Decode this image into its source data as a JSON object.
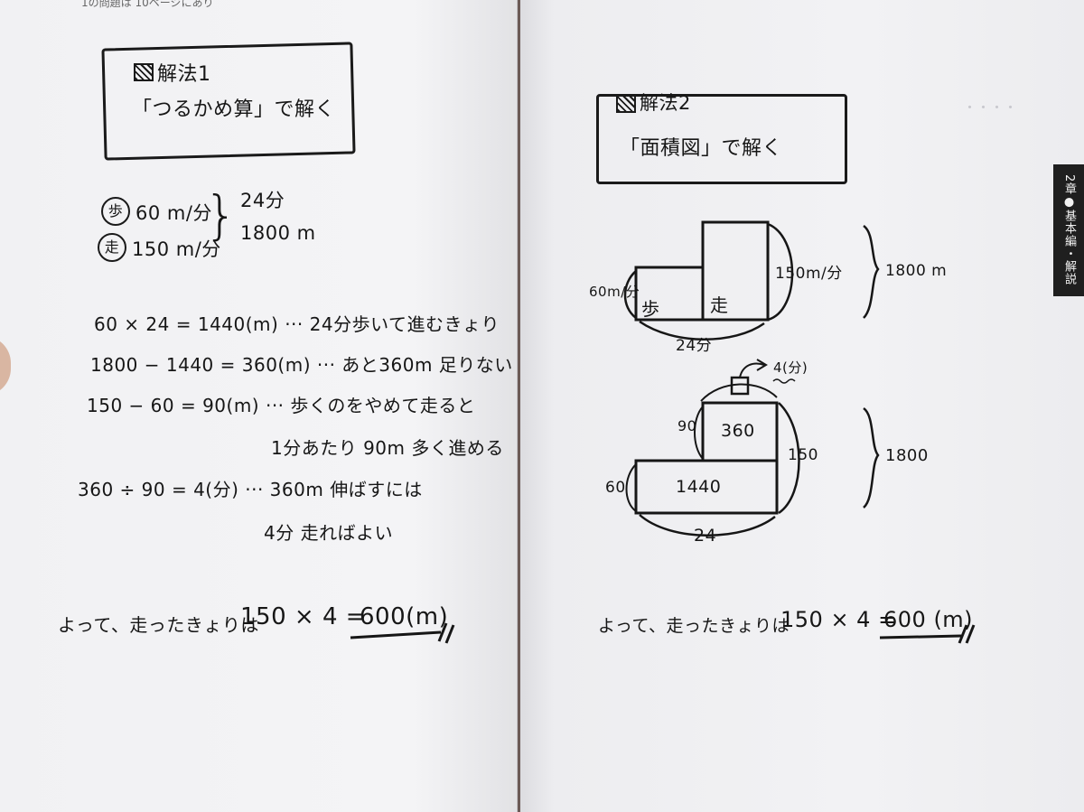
{
  "left": {
    "header_note": "1の問題は 10ページにあり",
    "method_label": "解法1",
    "method_title": "「つるかめ算」で解く",
    "walk_char": "歩",
    "walk_speed": "60 m/分",
    "run_char": "走",
    "run_speed": "150 m/分",
    "total_time": "24分",
    "total_distance": "1800 m",
    "lines": [
      "60 × 24 = 1440(m) ··· 24分歩いて進むきょり",
      "1800 − 1440 = 360(m) ··· あと360m 足りない",
      "150 − 60 = 90(m) ··· 歩くのをやめて走ると",
      "1分あたり 90m 多く進める",
      "360 ÷ 90 = 4(分) ··· 360m 伸ばすには",
      "4分 走ればよい"
    ],
    "conclusion_text": "よって、走ったきょりは",
    "conclusion_formula": "150 × 4 =",
    "answer": "600(m)"
  },
  "right": {
    "method_label": "解法2",
    "method_title": "「面積図」で解く",
    "side_tab": "2章●基本編・解説",
    "diagram1": {
      "walk_char": "歩",
      "run_char": "走",
      "walk_speed": "60m/分",
      "run_speed": "150m/分",
      "time": "24分",
      "distance": "1800 m"
    },
    "diagram2": {
      "arrow_label": "4(分)",
      "diff_label": "90",
      "top_area": "360",
      "bottom_area": "1440",
      "left_height": "60",
      "right_height": "150",
      "width": "24",
      "distance": "1800"
    },
    "conclusion_text": "よって、走ったきょりは",
    "conclusion_formula": "150 × 4 =",
    "answer": "600 (m)"
  }
}
